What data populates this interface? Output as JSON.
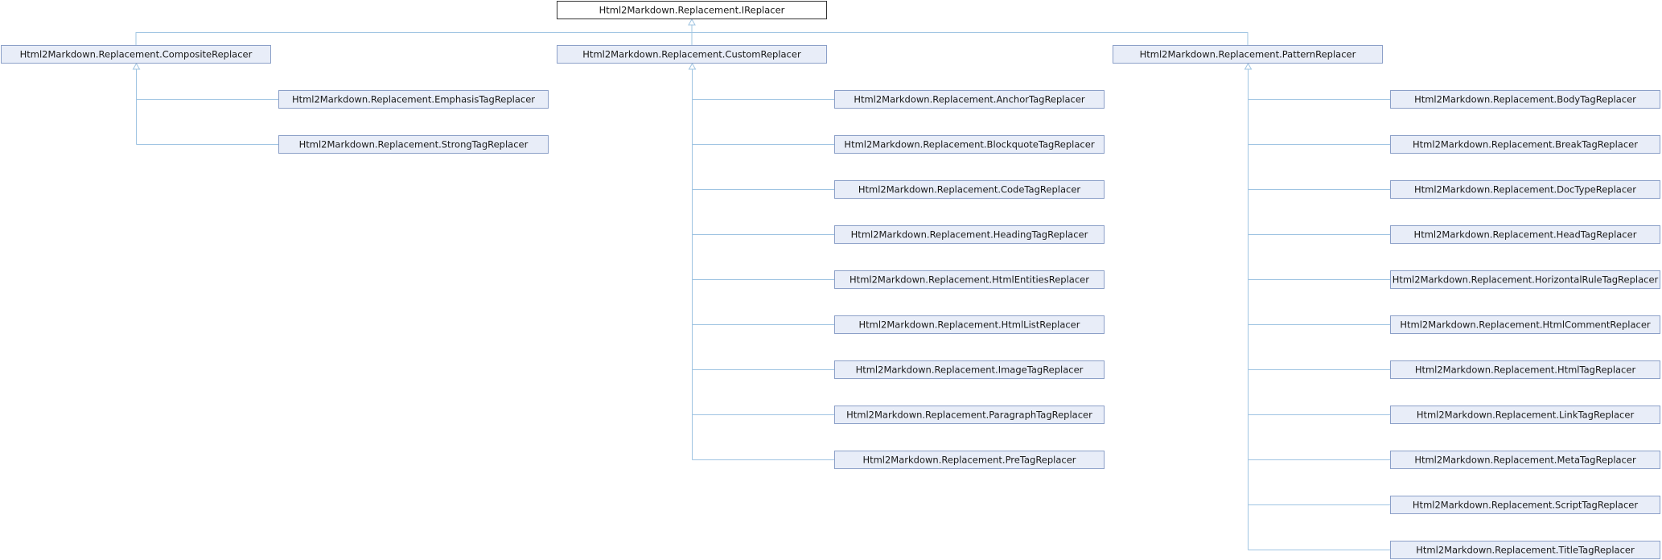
{
  "root": {
    "label": "Html2Markdown.Replacement.IReplacer"
  },
  "groups": [
    {
      "label": "Html2Markdown.Replacement.CompositeReplacer",
      "children": [
        "Html2Markdown.Replacement.EmphasisTagReplacer",
        "Html2Markdown.Replacement.StrongTagReplacer"
      ]
    },
    {
      "label": "Html2Markdown.Replacement.CustomReplacer",
      "children": [
        "Html2Markdown.Replacement.AnchorTagReplacer",
        "Html2Markdown.Replacement.BlockquoteTagReplacer",
        "Html2Markdown.Replacement.CodeTagReplacer",
        "Html2Markdown.Replacement.HeadingTagReplacer",
        "Html2Markdown.Replacement.HtmlEntitiesReplacer",
        "Html2Markdown.Replacement.HtmlListReplacer",
        "Html2Markdown.Replacement.ImageTagReplacer",
        "Html2Markdown.Replacement.ParagraphTagReplacer",
        "Html2Markdown.Replacement.PreTagReplacer"
      ]
    },
    {
      "label": "Html2Markdown.Replacement.PatternReplacer",
      "children": [
        "Html2Markdown.Replacement.BodyTagReplacer",
        "Html2Markdown.Replacement.BreakTagReplacer",
        "Html2Markdown.Replacement.DocTypeReplacer",
        "Html2Markdown.Replacement.HeadTagReplacer",
        "Html2Markdown.Replacement.HorizontalRuleTagReplacer",
        "Html2Markdown.Replacement.HtmlCommentReplacer",
        "Html2Markdown.Replacement.HtmlTagReplacer",
        "Html2Markdown.Replacement.LinkTagReplacer",
        "Html2Markdown.Replacement.MetaTagReplacer",
        "Html2Markdown.Replacement.ScriptTagReplacer",
        "Html2Markdown.Replacement.TitleTagReplacer"
      ]
    }
  ],
  "colors": {
    "node_fill": "#e8edf8",
    "node_border": "#8ca0c8",
    "root_fill": "#ffffff",
    "root_border": "#333333",
    "edge": "#9fc4e2"
  }
}
